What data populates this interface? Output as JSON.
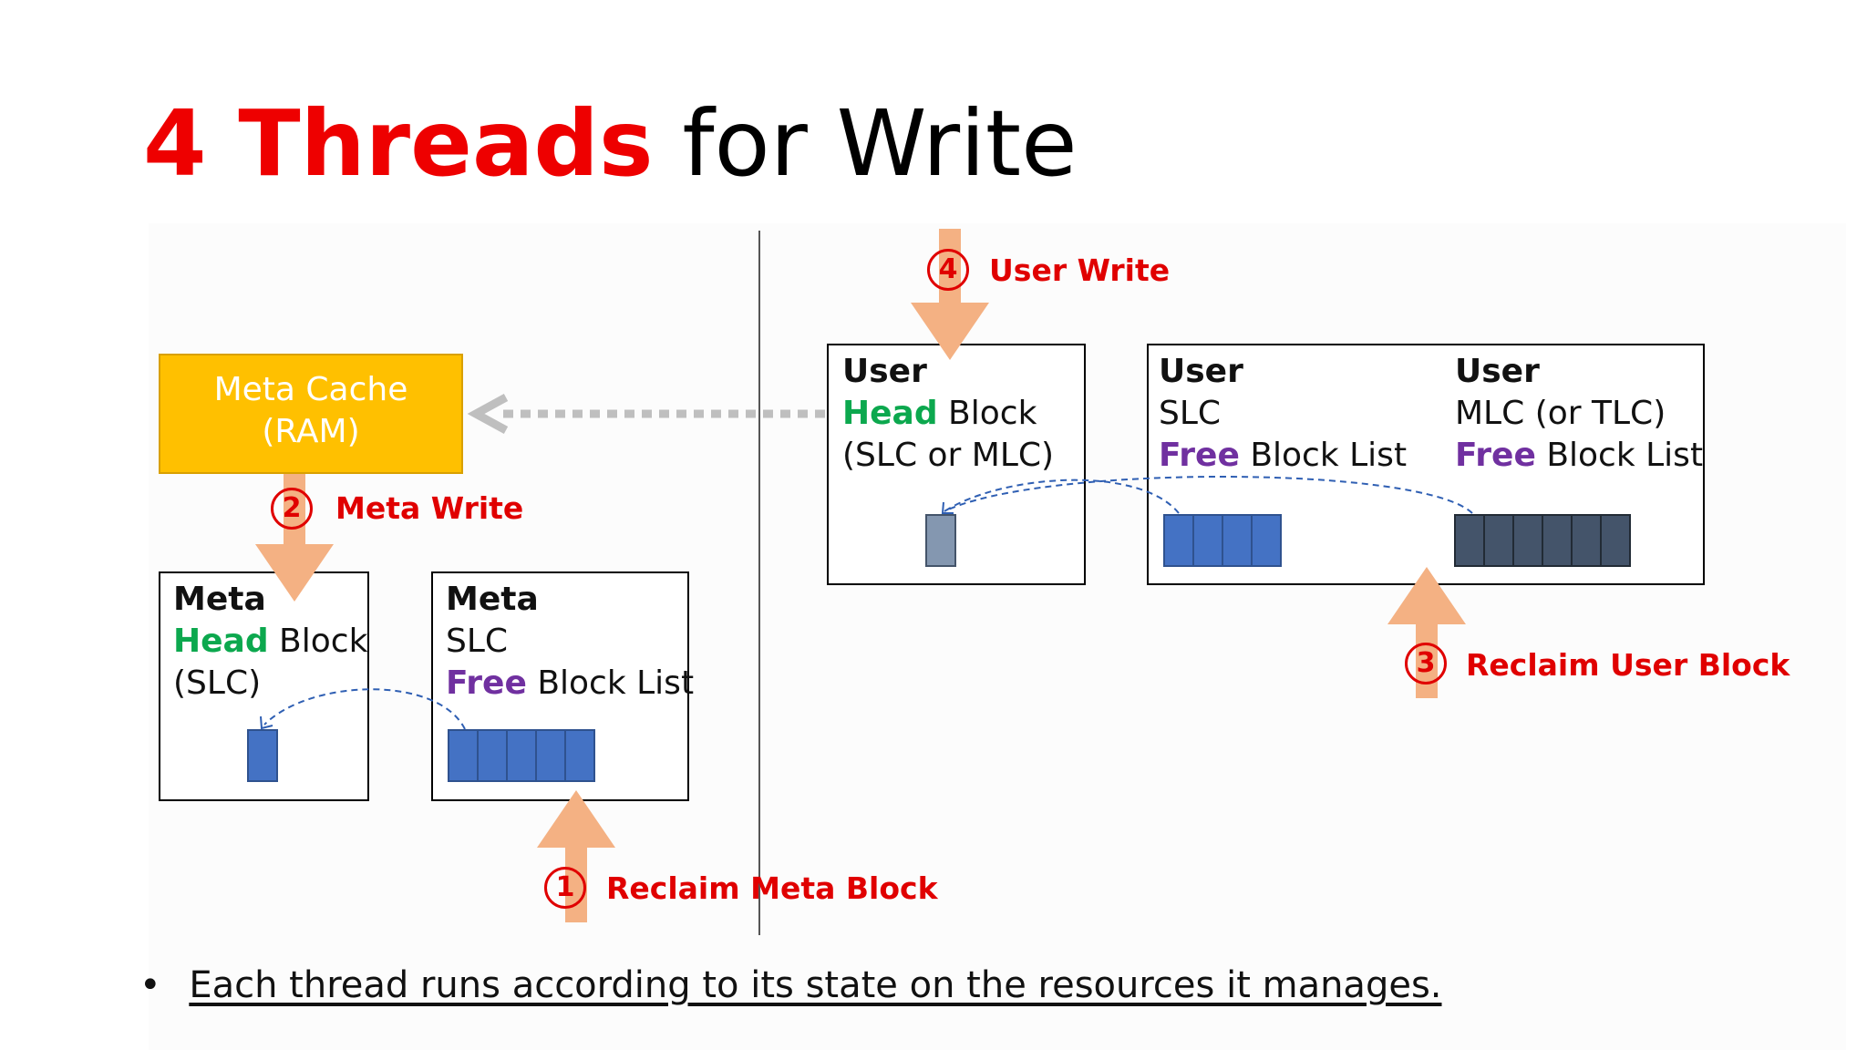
{
  "title": {
    "highlight": "4 Threads",
    "rest": " for Write"
  },
  "meta_cache": {
    "line1": "Meta Cache",
    "line2": "(RAM)"
  },
  "meta_head_block": {
    "line1": "Meta",
    "line2_highlight": "Head",
    "line2_rest": " Block",
    "line3": "(SLC)"
  },
  "meta_slc_free": {
    "line1": "Meta",
    "line2": "SLC",
    "line3_highlight": "Free",
    "line3_rest": " Block List"
  },
  "user_head_block": {
    "line1": "User",
    "line2_highlight": "Head",
    "line2_rest": " Block",
    "line3": "(SLC or MLC)"
  },
  "user_slc_free": {
    "line1": "User",
    "line2": "SLC",
    "line3_highlight": "Free",
    "line3_rest": " Block List"
  },
  "user_mlc_free": {
    "line1": "User",
    "line2": "MLC (or TLC)",
    "line3_highlight": "Free",
    "line3_rest": " Block List"
  },
  "threads": [
    {
      "number": "1",
      "label": "Reclaim Meta Block"
    },
    {
      "number": "2",
      "label": "Meta Write"
    },
    {
      "number": "3",
      "label": "Reclaim User Block"
    },
    {
      "number": "4",
      "label": "User Write"
    }
  ],
  "bullet": {
    "symbol": "•",
    "text": "Each thread runs according to its state on the resources it manages."
  },
  "colors": {
    "title_red": "#ee0000",
    "thread_label_red": "#e00000",
    "head_green": "#0ca84e",
    "free_purple": "#7030a0",
    "meta_cache_fill": "#ffc000",
    "arrow_orange": "#f4b183",
    "slc_block_blue": "#4472c4",
    "mlc_block_navy": "#44546a",
    "user_head_block_gray": "#8497b0"
  }
}
